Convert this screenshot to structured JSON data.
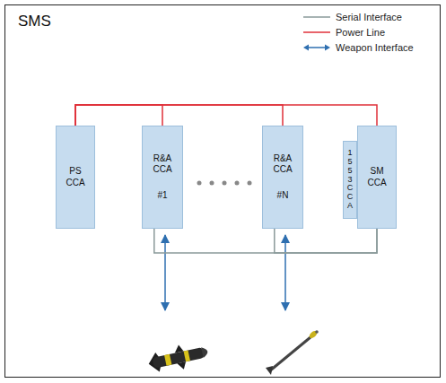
{
  "diagram": {
    "title": "SMS",
    "nodes": [
      {
        "text": [
          "PS CCA"
        ]
      },
      {
        "text": [
          "R&A CCA",
          "#1"
        ]
      },
      {
        "text": [
          "R&A CCA",
          "#N"
        ]
      },
      {
        "text": [
          "1553 CCA"
        ]
      },
      {
        "text": [
          "SM CCA"
        ]
      }
    ],
    "edges": [
      {
        "from": 0,
        "to": 1,
        "arrow": "none"
      },
      {
        "from": 0,
        "to": 2,
        "arrow": "none"
      },
      {
        "from": 0,
        "to": 4,
        "arrow": "none"
      },
      {
        "from": 1,
        "to": 4,
        "arrow": "none"
      },
      {
        "from": 2,
        "to": 4,
        "arrow": "none"
      }
    ],
    "legend": [
      {
        "text": "Serial Interface"
      },
      {
        "text": "Power Line"
      },
      {
        "text": "Weapon Interface"
      }
    ]
  }
}
